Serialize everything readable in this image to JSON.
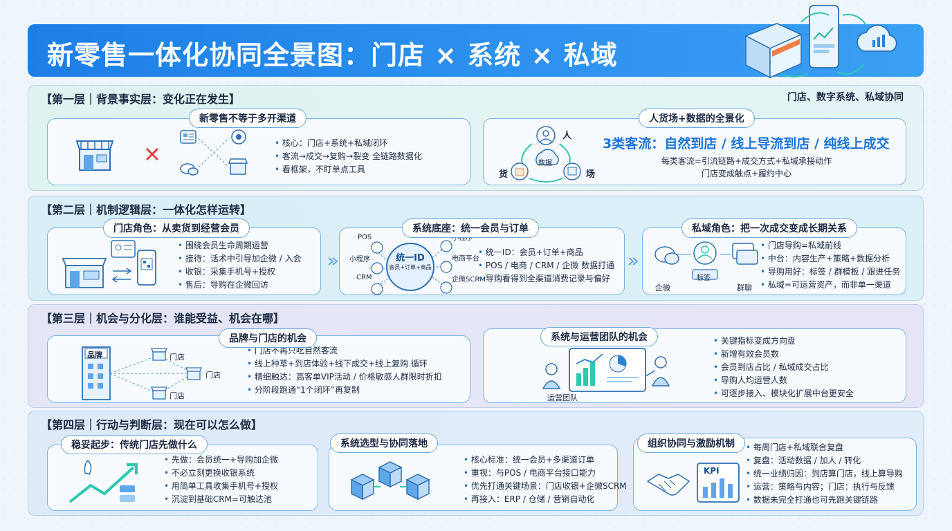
{
  "header": {
    "title": "新零售一体化协同全景图：门店 × 系统 × 私域"
  },
  "layer1": {
    "title": "【第一层｜背景事实层：变化正在发生】",
    "note": "门店、数字系统、私域协同",
    "left": {
      "pill": "新零售不等于多开渠道",
      "bullets": [
        "核心：门店+系统+私域闭环",
        "客流→成交→复购→裂变 全链路数据化",
        "看框架，不盯单点工具"
      ]
    },
    "right": {
      "pill": "人货场+数据的全景化",
      "people": "人",
      "goods": "货",
      "place": "场",
      "data": "数据",
      "headline": "3类客流：自然到店 / 线上导流到店 / 纯线上成交",
      "line1": "每类客流=引流链路+成交方式+私域承接动作",
      "line2": "门店变成触点+履约中心"
    }
  },
  "layer2": {
    "title": "【第二层｜机制逻辑层：一体化怎样运转】",
    "store": {
      "pill": "门店角色：从卖货到经营会员",
      "bullets": [
        "围绕会员生命周期运营",
        "接待：话术中引导加企微 / 入会",
        "收银：采集手机号+授权",
        "售后：导购在企微回访"
      ]
    },
    "system": {
      "pill": "系统底座：统一会员与订单",
      "hub_title": "统一ID",
      "hub_sub": "会员+订单+商品",
      "nodes": [
        "POS",
        "小程序",
        "小程序",
        "电商平台",
        "CRM",
        "企微SCRM"
      ],
      "bullets": [
        "统一ID：会员+订单+商品",
        "POS / 电商 / CRM / 企微 数据打通",
        "导购看得到全渠道消费记录与偏好"
      ]
    },
    "private": {
      "pill": "私域角色：把一次成交变成长期关系",
      "labels": [
        "企微",
        "标签",
        "群聊"
      ],
      "bullets": [
        "门店导购=私域前线",
        "中台：内容生产+策略+数据分析",
        "导购用好：标签 / 群模板 / 跟进任务",
        "私域=可运营资产，而非单一渠道"
      ]
    }
  },
  "layer3": {
    "title": "【第三层｜机会与分化层：谁能受益、机会在哪】",
    "brand": {
      "pill": "品牌与门店的机会",
      "brand_label": "品牌",
      "store_label": "门店",
      "bullets": [
        "门店不再只吃自然客流",
        "线上种草+到店体验+线下成交+线上复购 循环",
        "精细触达：高客单VIP活动 / 价格敏感人群限时折扣",
        "分阶段跑通“1个闭环”再复制"
      ]
    },
    "team": {
      "pill": "系统与运营团队的机会",
      "team_label": "运营团队",
      "bullets": [
        "关键指标变成方向盘",
        "新增有效会员数",
        "会员到店占比 / 私域成交占比",
        "导购人均运营人数",
        "可逐步接入、模块化扩展中台更安全"
      ]
    }
  },
  "layer4": {
    "title": "【第四层｜行动与判断层：现在可以怎么做】",
    "start": {
      "pill": "稳妥起步：传统门店先做什么",
      "bullets": [
        "先做：会员统一+导购加企微",
        "不必立刻更换收银系统",
        "用简单工具收集手机号+授权",
        "沉淀到基础CRM=可触达池"
      ]
    },
    "select": {
      "pill": "系统选型与协同落地",
      "bullets": [
        "核心标准：统一会员+多渠道订单",
        "重视：与POS / 电商平台接口能力",
        "优先打通关键场景：门店收银+企微SCRM",
        "再接入：ERP / 仓储 / 营销自动化"
      ]
    },
    "org": {
      "pill": "组织协同与激励机制",
      "kpi": "KPI",
      "bullets": [
        "每周门店+私域联合复盘",
        "复盘：活动数据 / 加人 / 转化",
        "统一业绩归因：到店算门店，线上算导购",
        "运营：策略与内容；门店：执行与反馈",
        "数据未完全打通也可先跑关键链路"
      ]
    }
  }
}
